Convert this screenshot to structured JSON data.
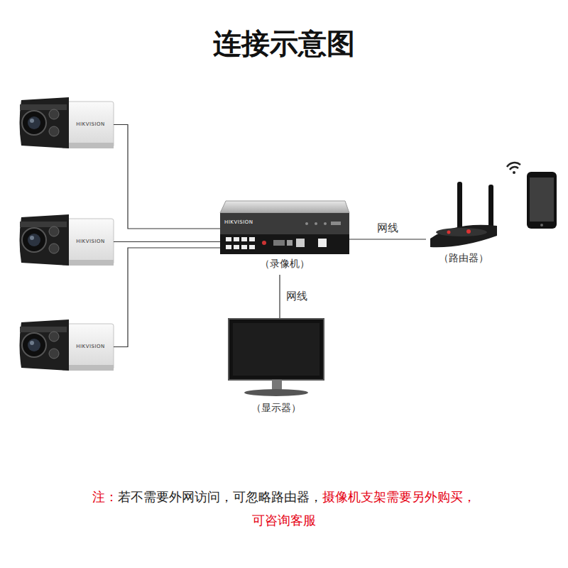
{
  "diagram": {
    "title": "连接示意图",
    "nodes": [
      {
        "text": [
          "HIKVISION"
        ]
      },
      {
        "text": [
          "HIKVISION"
        ]
      },
      {
        "text": [
          "HIKVISION"
        ]
      },
      {
        "text": [
          "HIKVISION",
          "（录像机）"
        ]
      },
      {
        "text": [
          "（路由器）"
        ]
      },
      {
        "text": [
          "（显示器）"
        ]
      }
    ],
    "edges": [
      {
        "from": 0,
        "to": 3,
        "arrow": "none"
      },
      {
        "from": 1,
        "to": 3,
        "arrow": "none"
      },
      {
        "from": 2,
        "to": 3,
        "arrow": "none"
      },
      {
        "from": 3,
        "to": 4,
        "label": "网线",
        "arrow": "none"
      },
      {
        "from": 3,
        "to": 5,
        "label": "网线",
        "arrow": "none"
      }
    ],
    "labels": [
      "注：",
      "若不需要外网访问，可忽略路由器，",
      "摄像机支架需要另外购买，",
      "可咨询客服"
    ]
  }
}
